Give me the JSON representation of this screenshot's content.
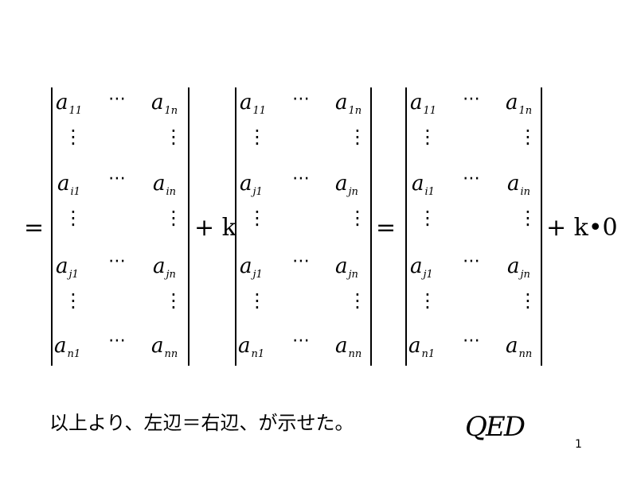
{
  "slide": {
    "operators": {
      "eq1": "=",
      "plus_k": "+ k",
      "eq2": "=",
      "plus_k_zero": "+ k•0"
    },
    "ellipsis": "⋯",
    "vertical_ellipsis": "⋮",
    "matrices": [
      {
        "rows": [
          [
            "a",
            "11",
            "a",
            "1n"
          ],
          [
            "a",
            "i1",
            "a",
            "in"
          ],
          [
            "a",
            "j1",
            "a",
            "jn"
          ],
          [
            "a",
            "n1",
            "a",
            "nn"
          ]
        ]
      },
      {
        "rows": [
          [
            "a",
            "11",
            "a",
            "1n"
          ],
          [
            "a",
            "j1",
            "a",
            "jn"
          ],
          [
            "a",
            "j1",
            "a",
            "jn"
          ],
          [
            "a",
            "n1",
            "a",
            "nn"
          ]
        ]
      },
      {
        "rows": [
          [
            "a",
            "11",
            "a",
            "1n"
          ],
          [
            "a",
            "i1",
            "a",
            "in"
          ],
          [
            "a",
            "j1",
            "a",
            "jn"
          ],
          [
            "a",
            "n1",
            "a",
            "nn"
          ]
        ]
      }
    ],
    "caption": "以上より、左辺＝右辺、が示せた。",
    "qed": "QED",
    "page_number": "1"
  }
}
